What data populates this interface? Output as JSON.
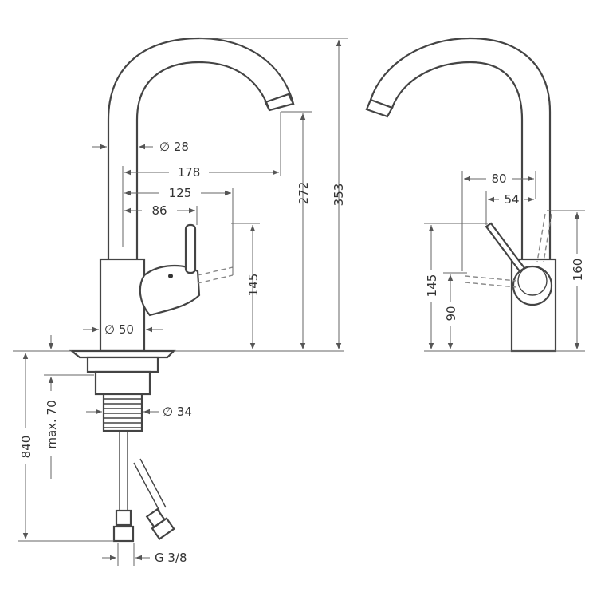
{
  "dimensions": {
    "spout_diameter": "∅ 28",
    "spout_reach": "178",
    "handle_reach_125": "125",
    "handle_reach_86": "86",
    "body_diameter": "∅ 50",
    "spout_outlet_height": "272",
    "total_height": "353",
    "handle_height_front": "145",
    "thread_diameter": "∅ 34",
    "max_counter_thickness": "max. 70",
    "hose_length": "840",
    "connection_thread": "G 3/8",
    "side_offset_80": "80",
    "side_offset_54": "54",
    "side_handle_height_145": "145",
    "side_handle_height_90": "90",
    "side_handle_top_160": "160"
  },
  "colors": {
    "line": "#444444",
    "dimension": "#666666",
    "text": "#333333"
  }
}
